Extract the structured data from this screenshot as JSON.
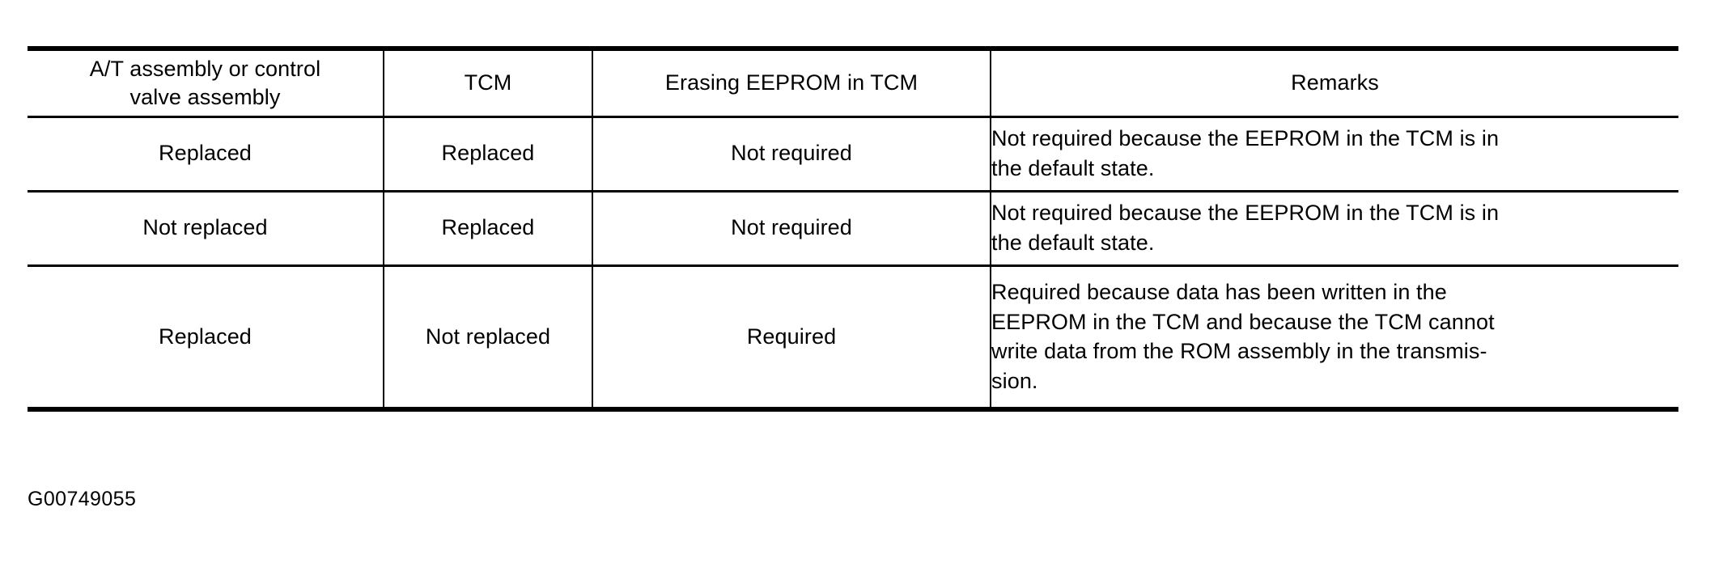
{
  "table": {
    "columns": [
      {
        "key": "assembly",
        "header": "A/T assembly or control\nvalve assembly"
      },
      {
        "key": "tcm",
        "header": "TCM"
      },
      {
        "key": "erasing",
        "header": "Erasing EEPROM in TCM"
      },
      {
        "key": "remarks",
        "header": "Remarks"
      }
    ],
    "headers": {
      "assembly_line1": "A/T assembly or control",
      "assembly_line2": "valve assembly",
      "tcm": "TCM",
      "erasing": "Erasing EEPROM in TCM",
      "remarks": "Remarks"
    },
    "rows": [
      {
        "assembly": "Replaced",
        "tcm": "Replaced",
        "erasing": "Not required",
        "remarks_lines": [
          "Not required because the EEPROM in the TCM is in",
          "the default state."
        ]
      },
      {
        "assembly": "Not replaced",
        "tcm": "Replaced",
        "erasing": "Not required",
        "remarks_lines": [
          "Not required because the EEPROM in the TCM is in",
          "the default state."
        ]
      },
      {
        "assembly": "Replaced",
        "tcm": "Not replaced",
        "erasing": "Required",
        "remarks_lines": [
          "Required because data has been written in the",
          "EEPROM in the TCM and because the TCM cannot",
          "write data from the ROM assembly in the transmis-",
          "sion."
        ]
      }
    ]
  },
  "caption": {
    "figure_id": "G00749055"
  },
  "colors": {
    "text": "#000000",
    "background": "#ffffff",
    "rule": "#000000"
  }
}
